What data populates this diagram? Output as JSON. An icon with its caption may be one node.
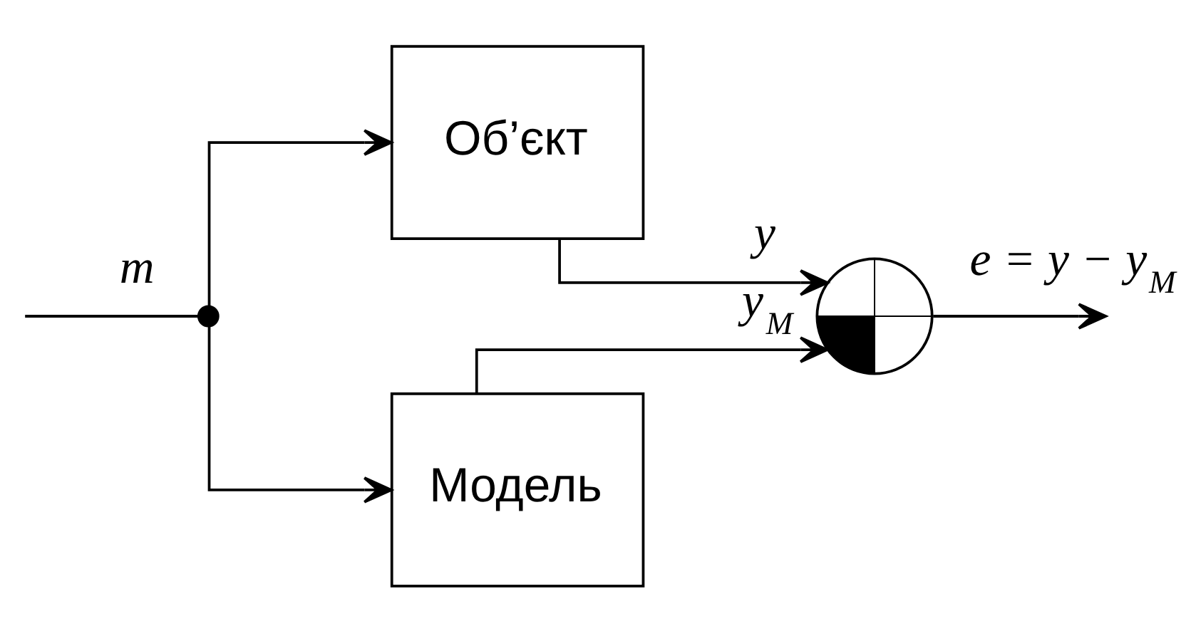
{
  "diagram": {
    "nodes": [
      {
        "text": [
          "Об’єкт"
        ]
      },
      {
        "text": [
          "Модель"
        ]
      },
      {
        "text": [],
        "shape": "dot"
      },
      {
        "text": [],
        "shape": "circle"
      }
    ],
    "edges": [
      {
        "from": null,
        "to": 2,
        "arrow": "none",
        "label": "m"
      },
      {
        "from": 2,
        "to": 0,
        "arrow": "to"
      },
      {
        "from": 2,
        "to": 1,
        "arrow": "to"
      },
      {
        "from": 0,
        "to": 3,
        "arrow": "to",
        "label": "y"
      },
      {
        "from": 1,
        "to": 3,
        "arrow": "to",
        "label": "y$_{M}$"
      },
      {
        "from": 3,
        "to": null,
        "arrow": "to",
        "label": "e = y − y$_{M}$"
      }
    ]
  }
}
